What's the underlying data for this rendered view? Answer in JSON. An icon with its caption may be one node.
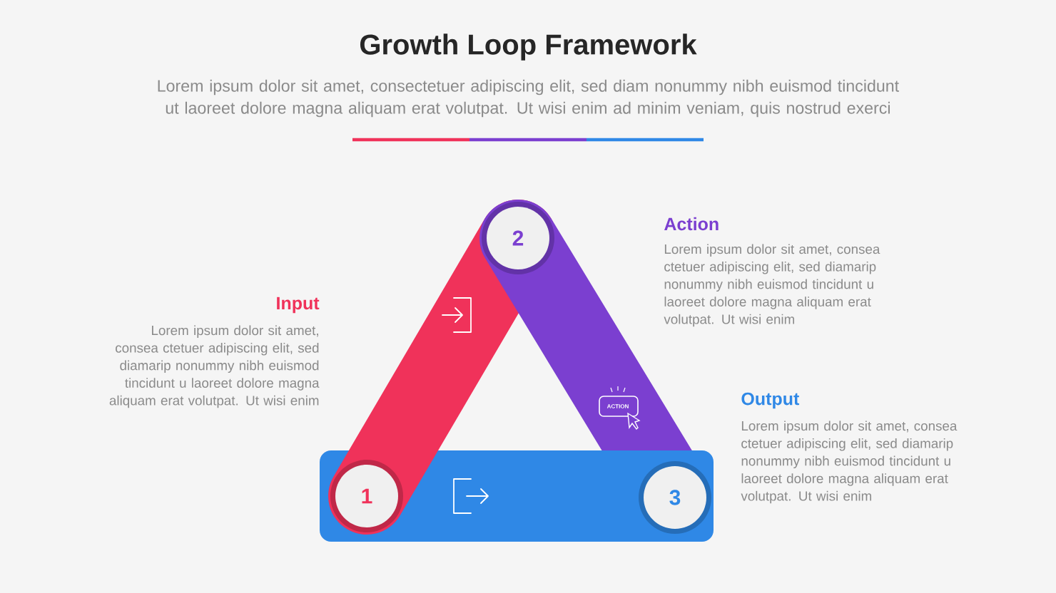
{
  "diagram": {
    "title": "Growth Loop Framework",
    "nodes": [
      {
        "text": [
          "1"
        ]
      },
      {
        "text": [
          "2"
        ]
      },
      {
        "text": [
          "3"
        ]
      }
    ],
    "labels": [
      "Lorem ipsum dolor sit amet, consectetuer adipiscing elit, sed diam nonummy nibh euismod tincidunt ut laoreet dolore magna aliquam erat volutpat. Ut wisi enim ad minim veniam, quis nostrud exerci",
      "Action",
      "Lorem ipsum dolor sit amet, consea ctetuer adipiscing elit, sed diamarip nonummy nibh euismod tincidunt u laoreet dolore magna aliquam erat volutpat. Ut wisi enim",
      "Input",
      "Lorem ipsum dolor sit amet, consea ctetuer adipiscing elit, sed diamarip nonummy nibh euismod tincidunt u laoreet dolore magna aliquam erat volutpat. Ut wisi enim",
      "ACTION",
      "Output",
      "Lorem ipsum dolor sit amet, consea ctetuer adipiscing elit, sed diamarip nonummy nibh euismod tincidunt u laoreet dolore magna aliquam erat volutpat. Ut wisi enim"
    ]
  }
}
